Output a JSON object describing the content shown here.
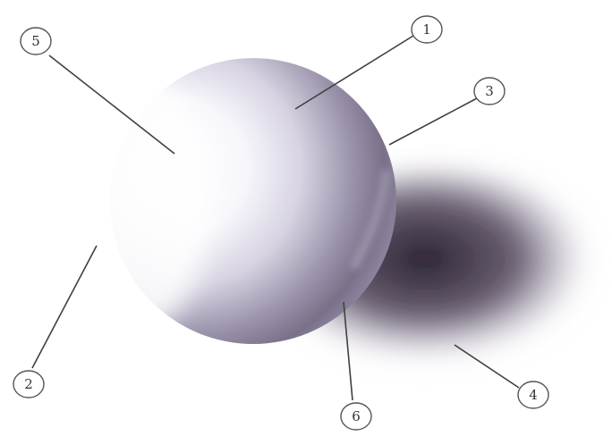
{
  "figure": {
    "subject": "sphere",
    "colors": {
      "background": "#ffffff",
      "sphere_light": "#ffffff",
      "sphere_midtone": "#c9c5d6",
      "sphere_core_shadow": "#6f6780",
      "cast_shadow": "#2a2030",
      "callout_line": "#404040",
      "callout_circle": "#555555"
    },
    "callouts": [
      {
        "id": "c1",
        "label": "1"
      },
      {
        "id": "c2",
        "label": "2"
      },
      {
        "id": "c3",
        "label": "3"
      },
      {
        "id": "c4",
        "label": "4"
      },
      {
        "id": "c5",
        "label": "5"
      },
      {
        "id": "c6",
        "label": "6"
      }
    ]
  }
}
